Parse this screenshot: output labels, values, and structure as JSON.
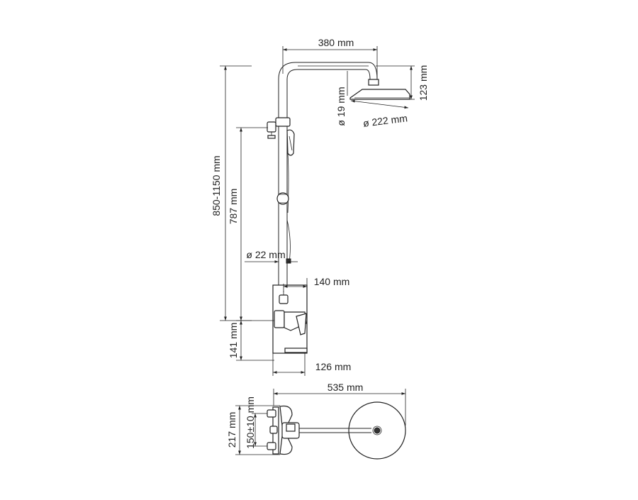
{
  "colors": {
    "line": "#222222",
    "background": "#ffffff"
  },
  "dimensions": {
    "arm_length": "380 mm",
    "head_height": "123 mm",
    "arm_diameter": "ø 19 mm",
    "head_diameter": "ø 222 mm",
    "total_height": "850-1150 mm",
    "holder_height": "787 mm",
    "pipe_diameter": "ø 22 mm",
    "mixer_depth": "140 mm",
    "mixer_height": "141 mm",
    "base_depth": "126 mm",
    "top_width": "535 mm",
    "top_depth": "217 mm",
    "inlet_spacing": "150±10 mm"
  }
}
